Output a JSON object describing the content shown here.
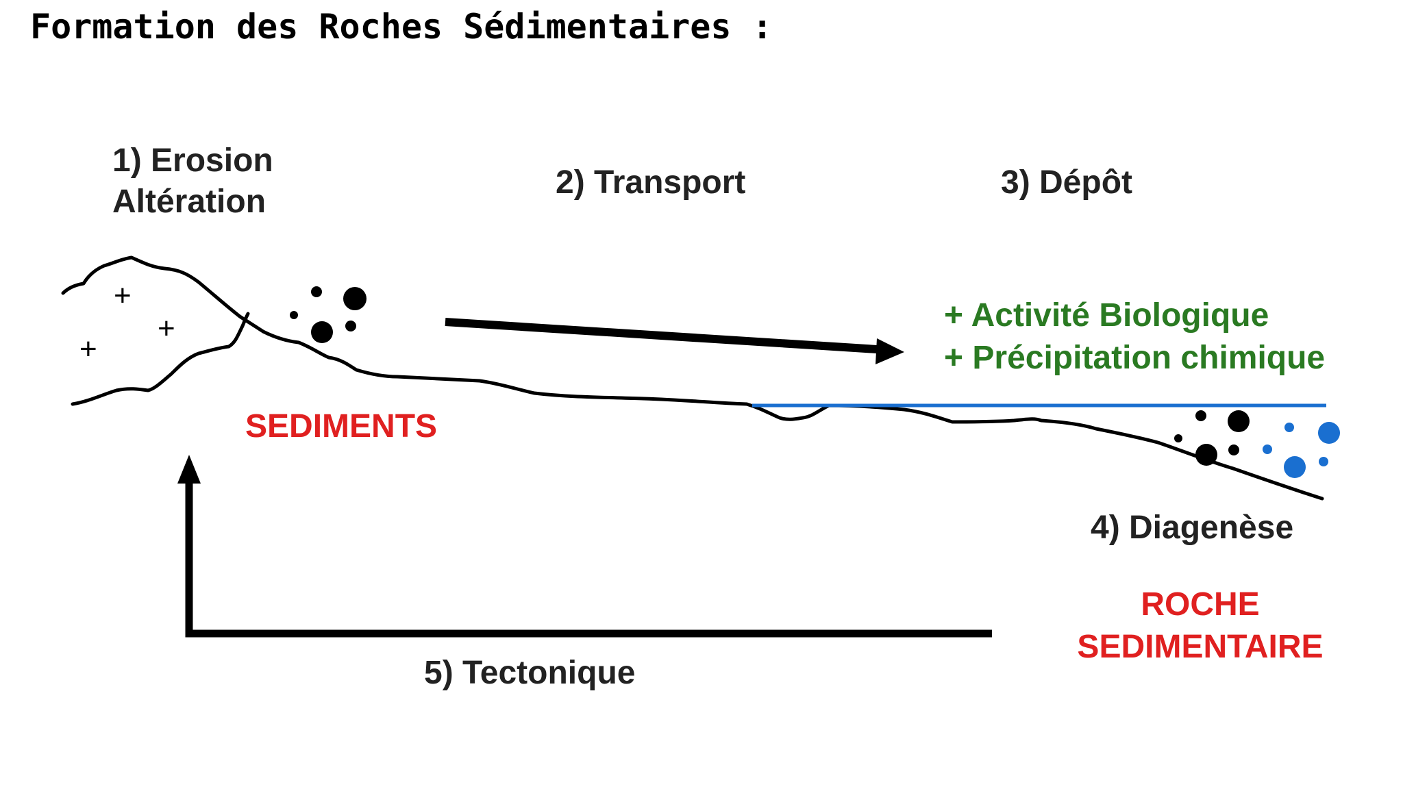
{
  "title": "Formation des Roches Sédimentaires :",
  "steps": {
    "erosion": "1) Erosion",
    "alteration": "Altération",
    "transport": "2) Transport",
    "depot": "3) Dépôt",
    "diagenese": "4) Diagenèse",
    "tectonique": "5) Tectonique"
  },
  "depot_processes": {
    "biologique": "+ Activité Biologique",
    "chimique": "+ Précipitation chimique"
  },
  "labels": {
    "sediments": "SEDIMENTS",
    "roche_line1": "ROCHE",
    "roche_line2": "SEDIMENTAIRE"
  },
  "rock_symbol": "+",
  "colors": {
    "text": "#222222",
    "line": "#000000",
    "water": "#1a6fd0",
    "blue_particles": "#1a6fd0",
    "process_green": "#2a7a22",
    "highlight_red": "#e02020"
  }
}
